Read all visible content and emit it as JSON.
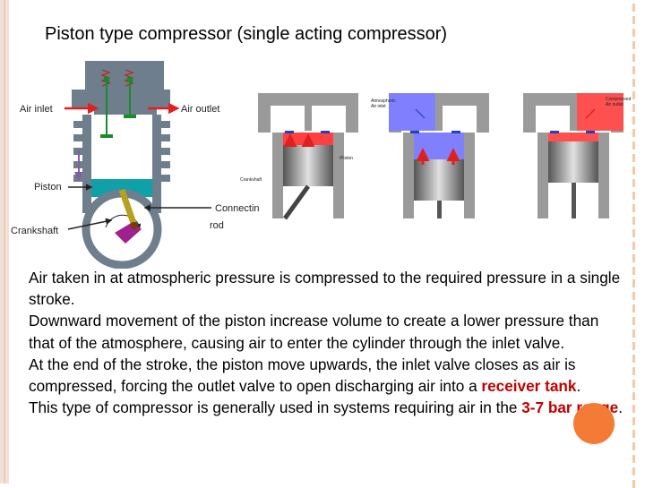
{
  "title": "Piston type compressor (single acting compressor)",
  "diagram_left": {
    "labels": {
      "air_inlet": "Air inlet",
      "air_outlet": "Air outlet",
      "piston": "Piston",
      "crankshaft": "Crankshaft",
      "connecting_rod_1": "Connectin",
      "connecting_rod_2": "rod"
    }
  },
  "diagram_right": {
    "panel1_labels": {
      "piston": "Piston",
      "crankshaft": "Crankshaft"
    },
    "panel2_labels": {
      "line1": "Atmospheric",
      "line2": "Air inlet"
    },
    "panel3_labels": {
      "line1": "Compressed",
      "line2": "Air outlet"
    }
  },
  "colors": {
    "air_intake": "#8080ff",
    "compressed_air": "#ff5050",
    "piston_rod": "#b5a020",
    "accent_orange": "#f47b35",
    "highlight": "#c00000"
  },
  "body": {
    "p1": " Air taken in at atmospheric pressure is compressed to the required pressure in a single stroke.",
    "p2": "Downward movement of the piston increase volume to create a lower pressure than that of the atmosphere, causing air to enter the cylinder through the inlet valve.",
    "p3_text": "At the end of the stroke, the piston move upwards, the inlet valve closes as air is compressed, forcing the outlet valve to open discharging air into a ",
    "p3_highlight": "receiver tank",
    "p3_end": ".",
    "p4_text": "This type of compressor is generally used in systems requiring air in the ",
    "p4_highlight": "3-7 bar range",
    "p4_end": "."
  }
}
